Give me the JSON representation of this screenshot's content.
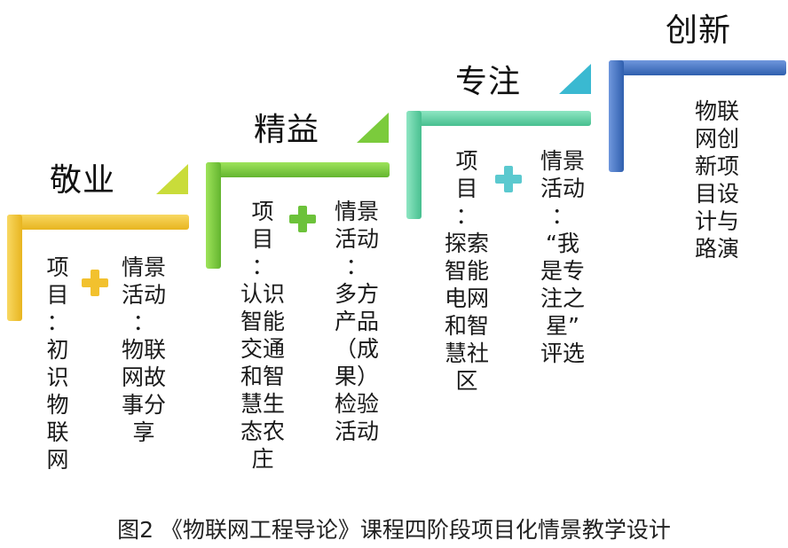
{
  "caption": "图2 《物联网工程导论》课程四阶段项目化情景教学设计",
  "stages": [
    {
      "title": "敬业",
      "color": "#f2c12e",
      "project_text": "项\n目\n：\n初\n识\n物\n联\n网",
      "activity_text": "情景\n活动\n：\n物联\n网故\n事分\n享"
    },
    {
      "title": "精益",
      "color": "#7ac943",
      "project_text": "项\n目\n：\n认识\n智能\n交通\n和智\n慧生\n态农\n庄",
      "activity_text": "情景\n活动\n：\n多方\n产品\n（成\n果）\n检验\n活动"
    },
    {
      "title": "专注",
      "color": "#5fcfa3",
      "project_text": "项\n目\n：\n探索\n智能\n电网\n和智\n慧社\n区",
      "activity_text": "情景\n活动\n：\n“我\n是专\n注之\n星”\n评选"
    },
    {
      "title": "创新",
      "color": "#3f6fbf",
      "activity_text": "物联\n网创\n新项\n目设\n计与\n路演"
    }
  ],
  "arrow_colors": [
    "#c9dc3a",
    "#7bcb3c",
    "#3ab9d1"
  ]
}
